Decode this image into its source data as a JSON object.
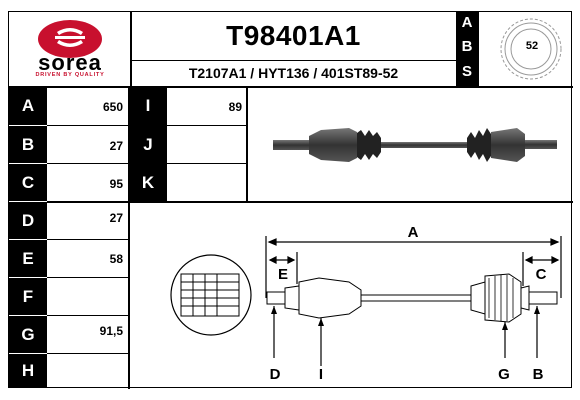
{
  "brand": {
    "name": "sorea",
    "tagline": "DRIVEN BY QUALITY",
    "color": "#c8102e"
  },
  "header": {
    "part_number": "T98401A1",
    "cross_refs": "T2107A1 / HYT136 / 401ST89-52",
    "abs_letters": [
      "A",
      "B",
      "S"
    ],
    "abs_count": "52"
  },
  "table": {
    "left": [
      {
        "label": "A",
        "value": "650"
      },
      {
        "label": "B",
        "value": "27"
      },
      {
        "label": "C",
        "value": "95"
      },
      {
        "label": "D",
        "value": "27"
      },
      {
        "label": "E",
        "value": "58"
      },
      {
        "label": "F",
        "value": ""
      },
      {
        "label": "G",
        "value": "91,5"
      },
      {
        "label": "H",
        "value": ""
      }
    ],
    "middle": [
      {
        "label": "I",
        "value": "89"
      },
      {
        "label": "J",
        "value": ""
      },
      {
        "label": "K",
        "value": ""
      }
    ]
  },
  "diagram": {
    "labels": {
      "A": "A",
      "E": "E",
      "C": "C",
      "D": "D",
      "I": "I",
      "G": "G",
      "B": "B"
    }
  }
}
